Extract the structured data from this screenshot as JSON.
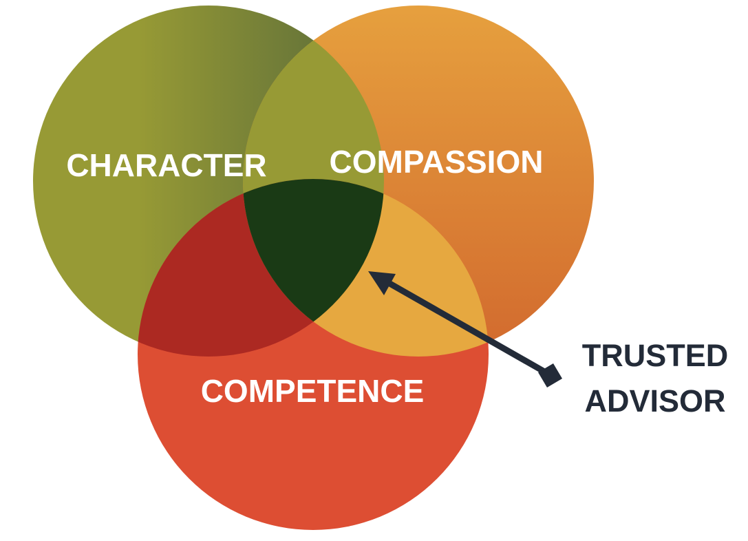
{
  "diagram": {
    "circles": [
      {
        "id": "character",
        "label": "CHARACTER"
      },
      {
        "id": "compassion",
        "label": "COMPASSION"
      },
      {
        "id": "competence",
        "label": "COMPETENCE"
      }
    ],
    "callout": {
      "line1": "TRUSTED",
      "line2": "ADVISOR"
    }
  },
  "colors": {
    "character_light": "#979A35",
    "character_dark": "#56683A",
    "compassion_light": "#E6A03E",
    "compassion_dark": "#D26A2E",
    "competence": "#DD4E33",
    "character_competence": "#AC2922",
    "compassion_competence": "#E6A840",
    "character_compassion": "#979A35",
    "center": "#1A3A15",
    "arrow": "#232B38",
    "callout_text": "#232B38",
    "label_text": "#FFFFFF"
  }
}
